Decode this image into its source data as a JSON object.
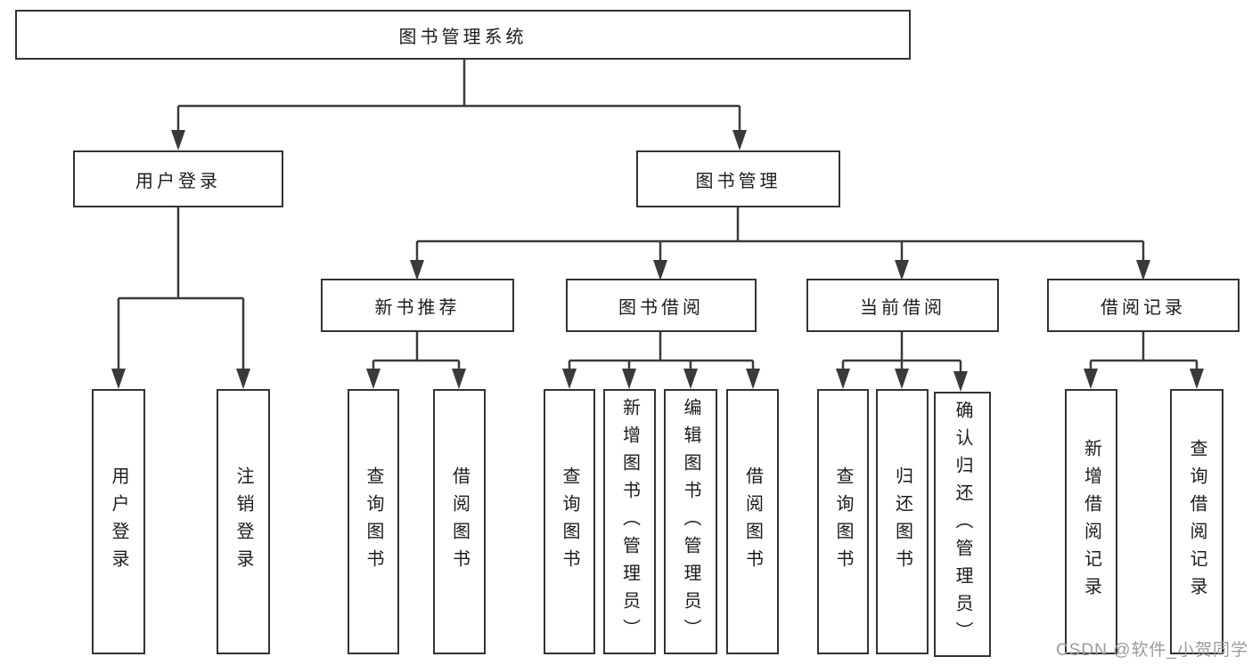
{
  "tree": {
    "root": {
      "label": "图书管理系统"
    },
    "branches": [
      {
        "label": "用户登录",
        "children": [
          {
            "label": "用户登录"
          },
          {
            "label": "注销登录"
          }
        ]
      },
      {
        "label": "图书管理",
        "children": [
          {
            "label": "新书推荐",
            "children": [
              {
                "label": "查询图书"
              },
              {
                "label": "借阅图书"
              }
            ]
          },
          {
            "label": "图书借阅",
            "children": [
              {
                "label": "查询图书"
              },
              {
                "label": "新增图书（管理员）"
              },
              {
                "label": "编辑图书（管理员）"
              },
              {
                "label": "借阅图书"
              }
            ]
          },
          {
            "label": "当前借阅",
            "children": [
              {
                "label": "查询图书"
              },
              {
                "label": "归还图书"
              },
              {
                "label": "确认归还（管理员）"
              }
            ]
          },
          {
            "label": "借阅记录",
            "children": [
              {
                "label": "新增借阅记录"
              },
              {
                "label": "查询借阅记录"
              }
            ]
          }
        ]
      }
    ]
  },
  "watermark": {
    "text": "CSDN @软件_小贺同学"
  },
  "colors": {
    "line": "#3a3a3a",
    "box_border": "#333333",
    "text": "#1c1c1c",
    "watermark": "#9b9b9b",
    "background": "#ffffff"
  }
}
